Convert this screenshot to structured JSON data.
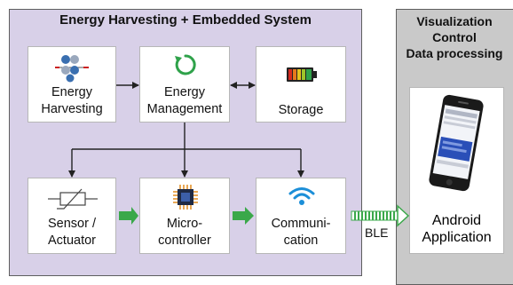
{
  "main_panel": {
    "title": "Energy Harvesting + Embedded System"
  },
  "side_panel": {
    "title_lines": [
      "Visualization",
      "Control",
      "Data processing"
    ]
  },
  "blocks": {
    "energy_harvesting": [
      "Energy",
      "Harvesting"
    ],
    "energy_management": [
      "Energy",
      "Management"
    ],
    "storage": [
      "Storage"
    ],
    "sensor_actuator": [
      "Sensor /",
      "Actuator"
    ],
    "microcontroller": [
      "Micro-",
      "controller"
    ],
    "communication": [
      "Communi-",
      "cation"
    ],
    "android_app": [
      "Android",
      "Application"
    ]
  },
  "link": {
    "label": "BLE"
  },
  "colors": {
    "main_panel_fill": "#d8d0e8",
    "side_panel_fill": "#c9c9c9",
    "data_arrow": "#3aa84a",
    "wifi_icon": "#1c8fd8",
    "recycle_icon": "#2fa24a"
  },
  "icons": [
    "energy-harvester-icon",
    "recycle-icon",
    "battery-icon",
    "sensor-symbol-icon",
    "chip-icon",
    "wifi-icon",
    "smartphone-icon"
  ]
}
